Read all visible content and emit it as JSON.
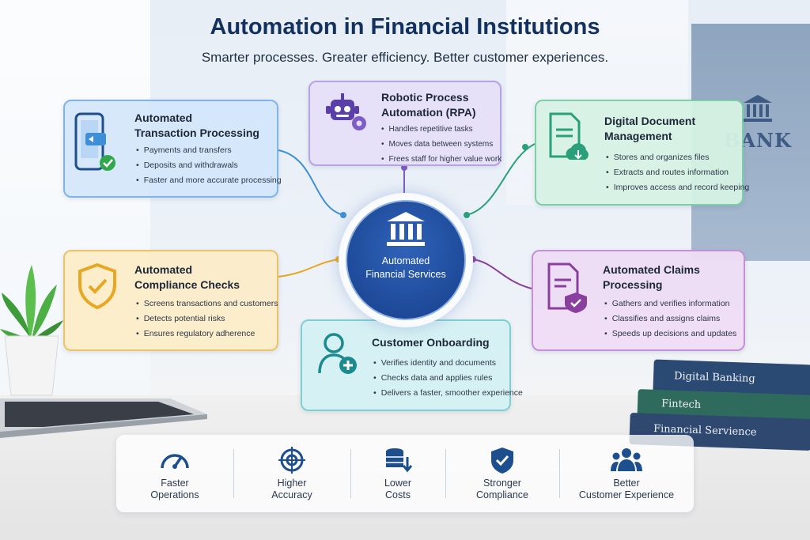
{
  "header": {
    "title": "Automation in Financial Institutions",
    "subtitle": "Smarter processes. Greater efficiency. Better customer experiences."
  },
  "hub": {
    "line1": "Automated",
    "line2": "Financial Services"
  },
  "cards": {
    "transaction": {
      "title_l1": "Automated",
      "title_l2": "Transaction Processing",
      "items": [
        "Payments and transfers",
        "Deposits and withdrawals",
        "Faster and more accurate processing"
      ],
      "color": "#3f8fd8"
    },
    "rpa": {
      "title_l1": "Robotic Process",
      "title_l2": "Automation (RPA)",
      "items": [
        "Handles repetitive tasks",
        "Moves data between systems",
        "Frees staff for higher value work"
      ],
      "color": "#7d5cc8"
    },
    "document": {
      "title_l1": "Digital Document",
      "title_l2": "Management",
      "items": [
        "Stores and organizes files",
        "Extracts and routes information",
        "Improves access and record keeping"
      ],
      "color": "#2aa07a"
    },
    "compliance": {
      "title_l1": "Automated",
      "title_l2": "Compliance Checks",
      "items": [
        "Screens transactions and customers",
        "Detects potential risks",
        "Ensures regulatory adherence"
      ],
      "color": "#e9a623"
    },
    "claims": {
      "title_l1": "Automated Claims",
      "title_l2": "Processing",
      "items": [
        "Gathers and verifies information",
        "Classifies and assigns claims",
        "Speeds up decisions and updates"
      ],
      "color": "#8a3f9e"
    },
    "onboarding": {
      "title": "Customer Onboarding",
      "items": [
        "Verifies identity and documents",
        "Checks data and applies rules",
        "Delivers a faster, smoother experience"
      ],
      "color": "#1b8b8f"
    }
  },
  "benefits": [
    {
      "l1": "Faster",
      "l2": "Operations",
      "icon": "speedometer-icon"
    },
    {
      "l1": "Higher",
      "l2": "Accuracy",
      "icon": "target-icon"
    },
    {
      "l1": "Lower",
      "l2": "Costs",
      "icon": "coins-down-icon"
    },
    {
      "l1": "Stronger",
      "l2": "Compliance",
      "icon": "shield-check-icon"
    },
    {
      "l1": "Better",
      "l2": "Customer Experience",
      "icon": "people-icon"
    }
  ],
  "scene": {
    "bank_sign": "BANK",
    "books": [
      "Digital Banking",
      "Fintech",
      "Financial Servience"
    ]
  },
  "colors": {
    "title": "#13315f",
    "hub": "#1f4f9f",
    "icon_blue": "#1d4f8f"
  }
}
